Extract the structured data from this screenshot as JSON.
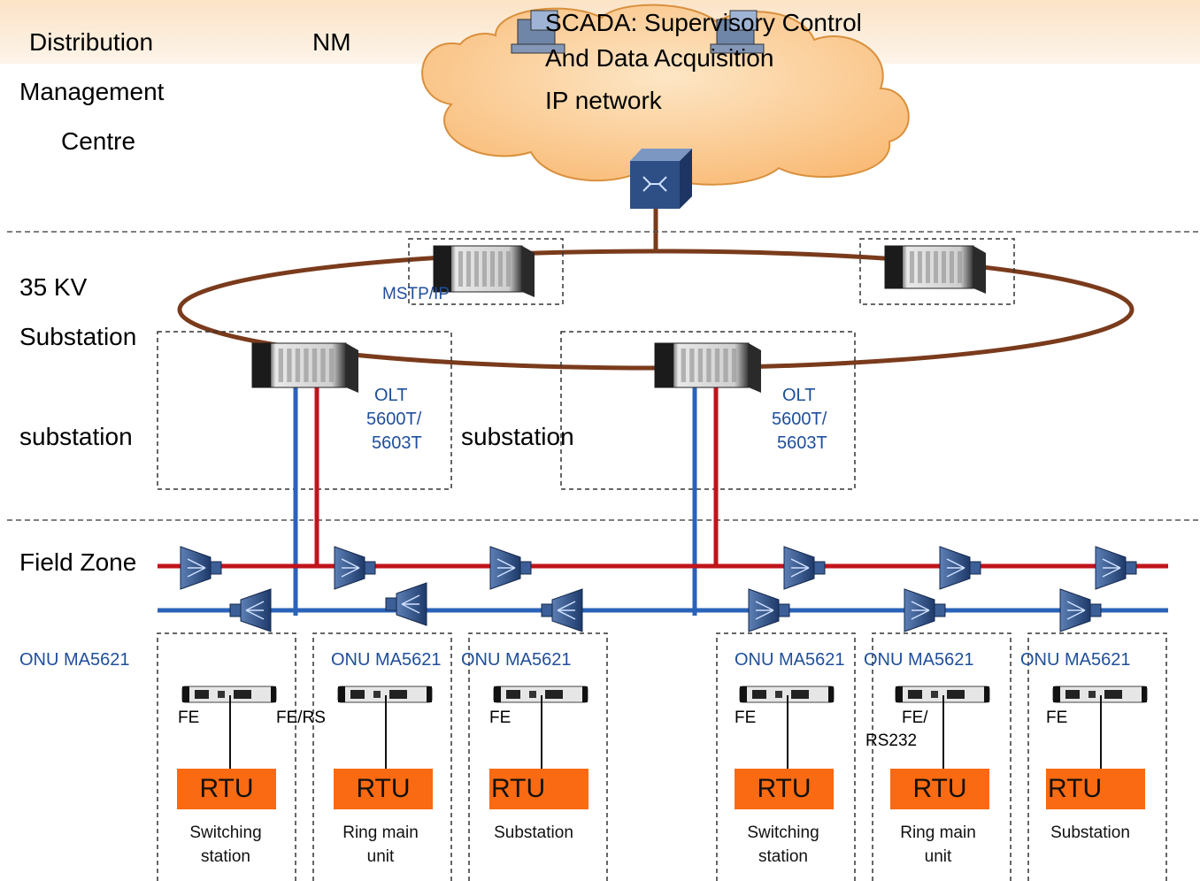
{
  "zones": {
    "distribution": "Distribution",
    "management": "Management",
    "centre": "Centre",
    "kv35": "35 KV",
    "substation_cap": "Substation",
    "field_zone": "Field Zone"
  },
  "cloud": {
    "nm": "NM",
    "scada_line1": "SCADA: Supervisory Control",
    "scada_line2": "And Data Acquisition",
    "ip_network": "IP network"
  },
  "ring": {
    "mstp": "MSTP/IP"
  },
  "substations": [
    {
      "label": "substation",
      "olt_line1": "OLT",
      "olt_line2": "5600T/",
      "olt_line3": "5603T"
    },
    {
      "label": "substation",
      "olt_line1": "OLT",
      "olt_line2": "5600T/",
      "olt_line3": "5603T"
    }
  ],
  "onus": [
    {
      "label": "ONU MA5621",
      "port1": "FE",
      "port2": "FE/RS",
      "rtu": "RTU",
      "cap1": "Switching",
      "cap2": "station"
    },
    {
      "label": "ONU MA5621",
      "port1": "",
      "port2": "",
      "rtu": "RTU",
      "cap1": "Ring main",
      "cap2": "unit"
    },
    {
      "label": "ONU MA5621",
      "port1": "FE",
      "port2": "",
      "rtu": "RTU",
      "cap1": "Substation",
      "cap2": ""
    },
    {
      "label": "ONU MA5621",
      "port1": "FE",
      "port2": "",
      "rtu": "RTU",
      "cap1": "Switching",
      "cap2": "station"
    },
    {
      "label": "ONU MA5621",
      "port1": "FE/",
      "port2": "RS232",
      "rtu": "RTU",
      "cap1": "Ring main",
      "cap2": "unit"
    },
    {
      "label": "ONU MA5621",
      "port1": "FE",
      "port2": "",
      "rtu": "RTU",
      "cap1": "Substation",
      "cap2": ""
    }
  ],
  "colors": {
    "ring": "#7a3b1c",
    "red_line": "#c0141c",
    "blue_line": "#2a63b8",
    "rtu": "#f96a12",
    "cloud": "#fbc98a",
    "splitter": "#2d4f86"
  }
}
